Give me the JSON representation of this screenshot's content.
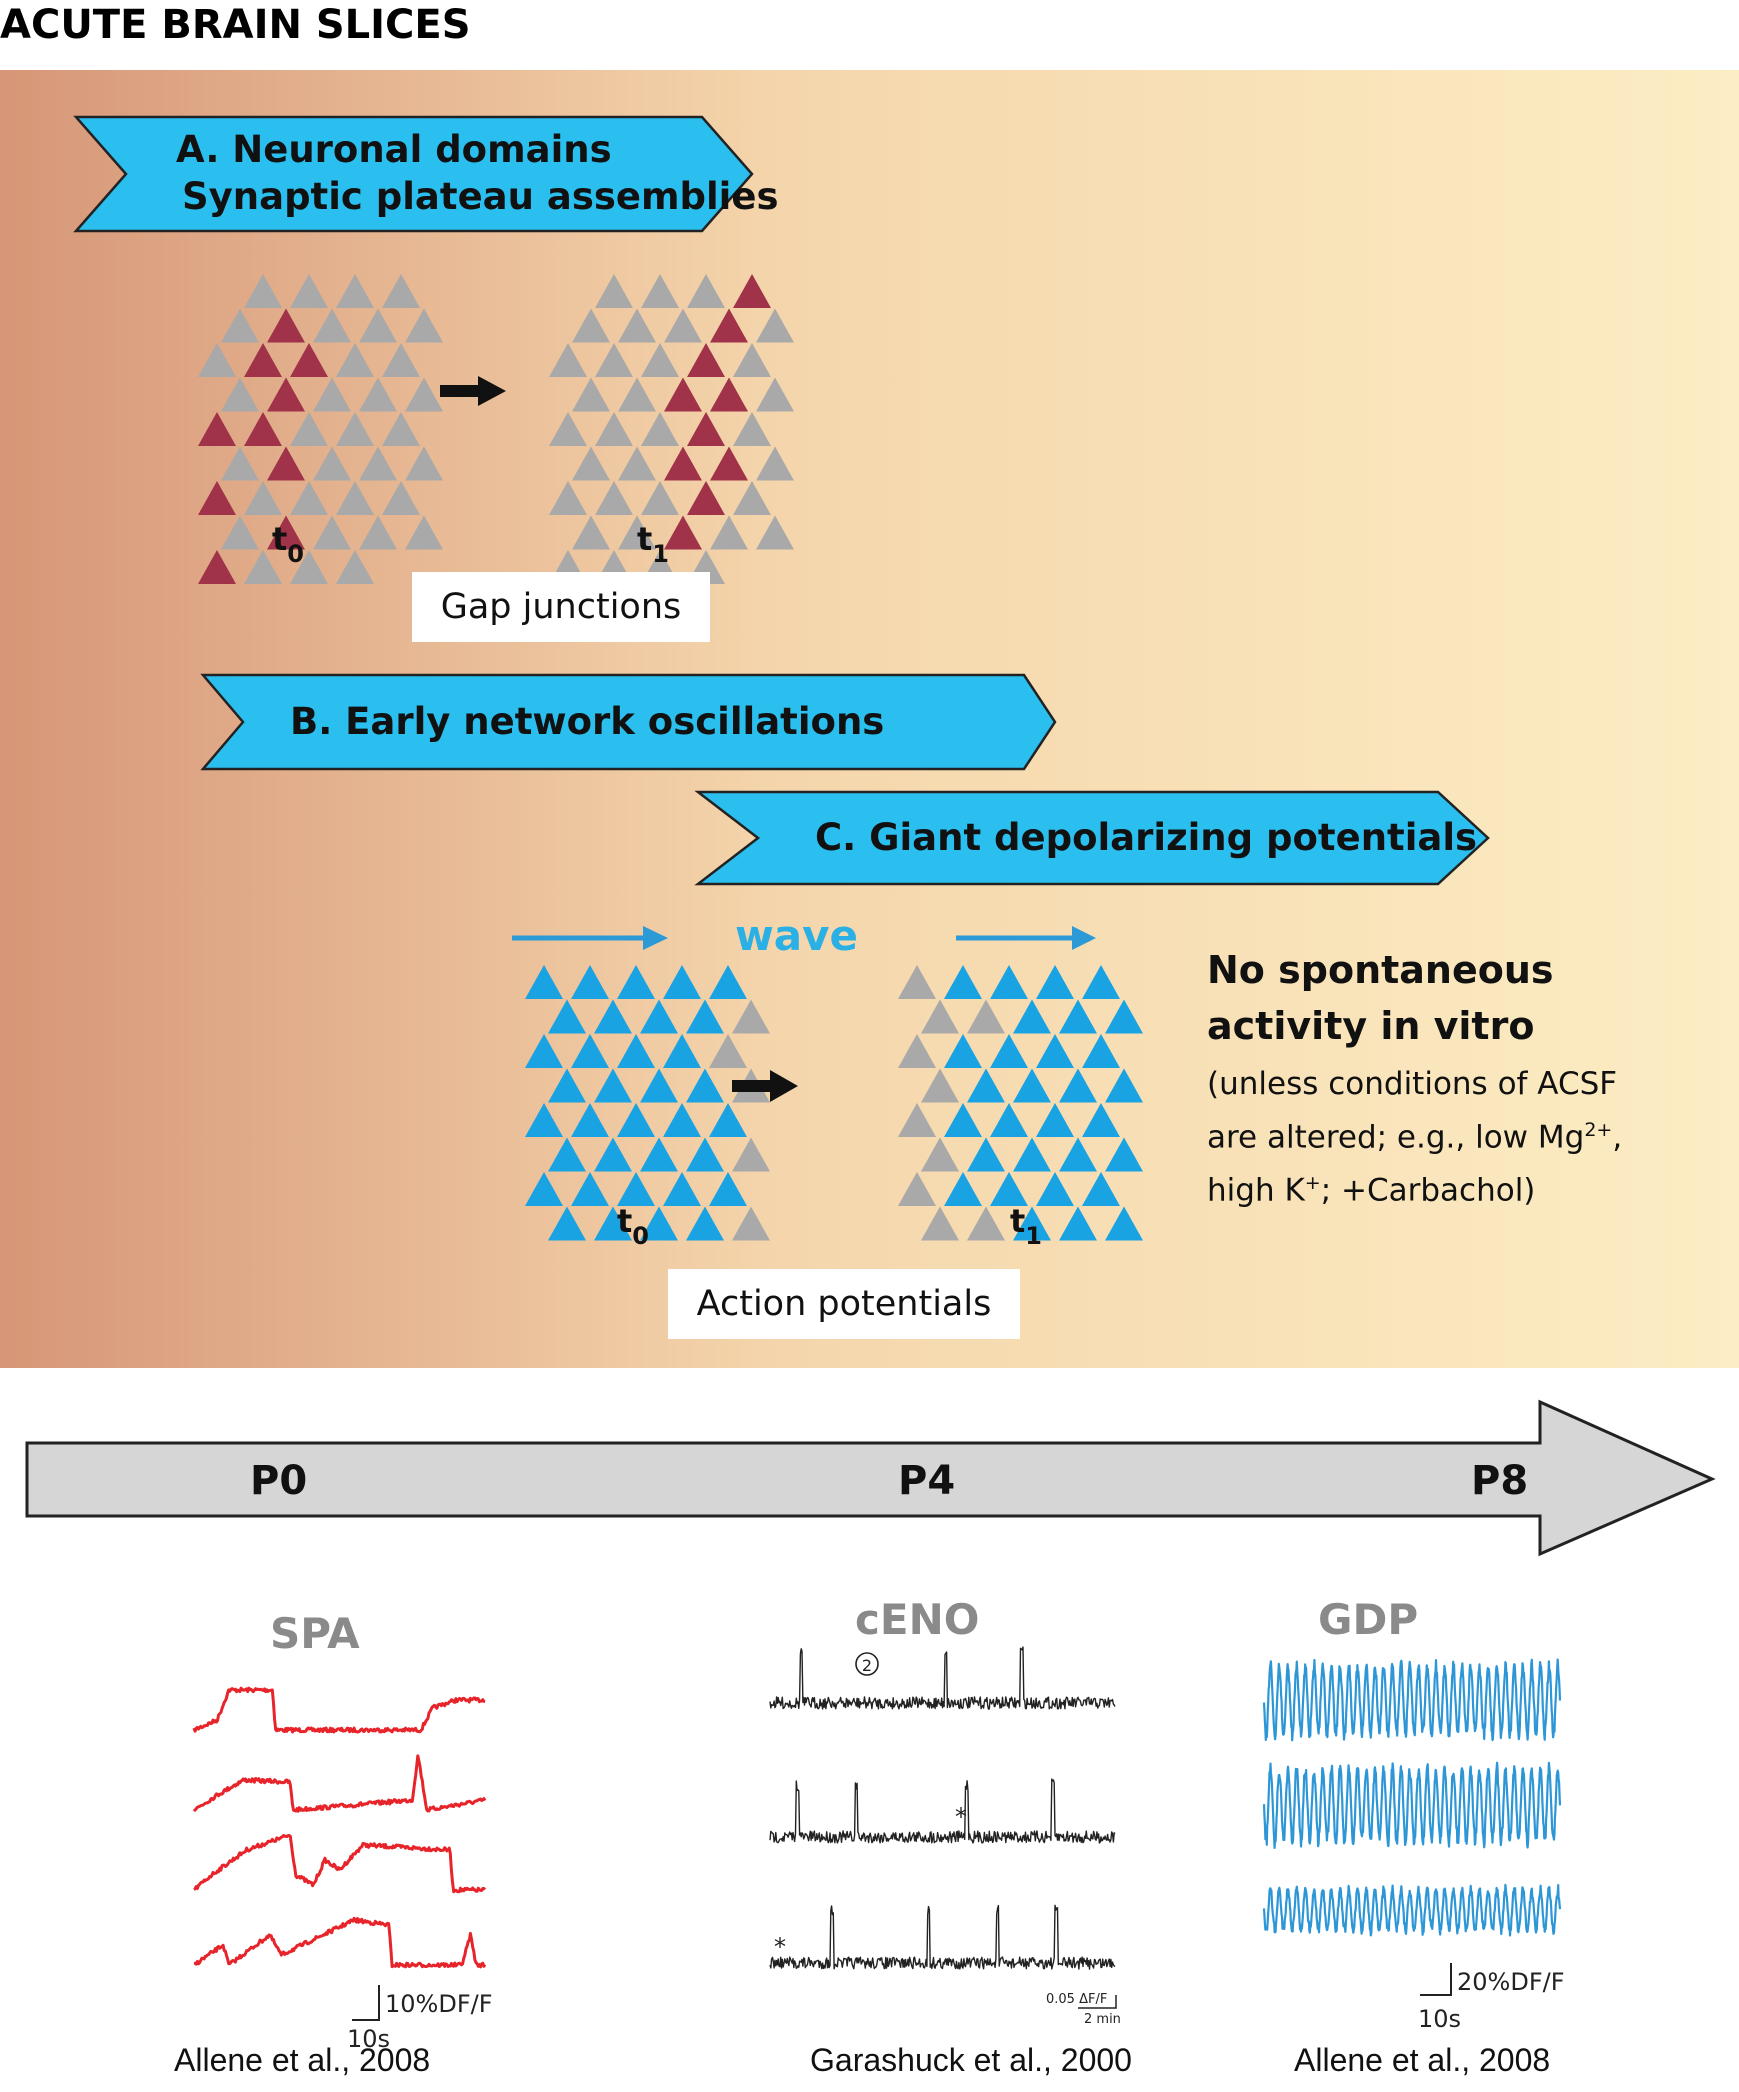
{
  "title": "ACUTE BRAIN SLICES",
  "colors": {
    "gradient_left": "#d69677",
    "gradient_mid": "#f5d6ac",
    "gradient_right": "#fcedc4",
    "banner_cyan": "#2bbfef",
    "neuron_gray": "#a9a9a9",
    "neuron_red": "#a0334a",
    "neuron_blue": "#1aa3e2",
    "spa_trace": "#e8242b",
    "eno_trace": "#222222",
    "gdp_trace": "#2d96d6",
    "timeline_fill": "#d6d6d6"
  },
  "banners": {
    "a_line1": "A. Neuronal domains",
    "a_line2": "Synaptic plateau assemblies",
    "b": "B. Early network oscillations",
    "c": "C. Giant depolarizing potentials"
  },
  "panel_a": {
    "t0": "t",
    "t0_sub": "0",
    "t1": "t",
    "t1_sub": "1",
    "mechanism": "Gap junctions"
  },
  "panel_c": {
    "wave_label": "wave",
    "t0": "t",
    "t0_sub": "0",
    "t1": "t",
    "t1_sub": "1",
    "mechanism": "Action potentials"
  },
  "side_note": {
    "heading_line1": "No spontaneous",
    "heading_line2": "activity in vitro",
    "body_line1": "(unless conditions of ACSF",
    "body_line2_pre": "are altered; e.g., low Mg",
    "body_line2_sup": "2+",
    "body_line2_post": ",",
    "body_line3_pre": "high K",
    "body_line3_sup": "+",
    "body_line3_post": "; +Carbachol)"
  },
  "timeline": {
    "p0": "P0",
    "p4": "P4",
    "p8": "P8"
  },
  "recordings": {
    "spa": {
      "label": "SPA",
      "scale_y": "10%DF/F",
      "scale_x": "10s",
      "citation": "Allene et al., 2008"
    },
    "ceno": {
      "label": "cENO",
      "marker": "2",
      "star": "*",
      "scale_y": "0.05 ΔF/F",
      "scale_x": "2 min",
      "citation": "Garashuck et al., 2000"
    },
    "gdp": {
      "label": "GDP",
      "scale_y": "20%DF/F",
      "scale_x": "10s",
      "citation": "Allene et al., 2008"
    }
  }
}
